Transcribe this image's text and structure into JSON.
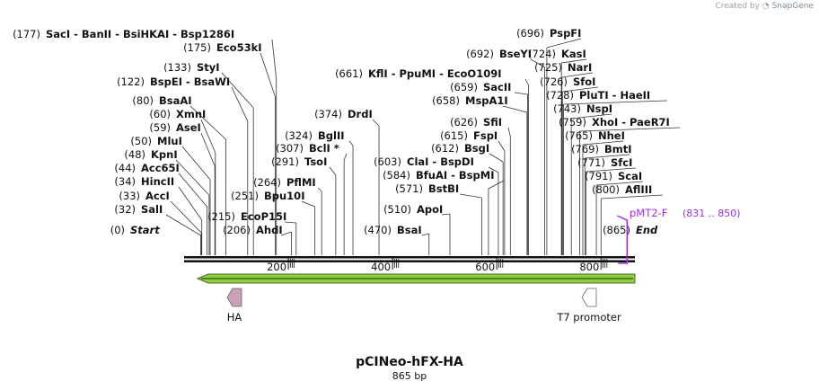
{
  "credit": {
    "prefix": "Created by",
    "brand": "SnapGene"
  },
  "map": {
    "title": "pCINeo-hFX-HA",
    "length_label": "865 bp",
    "total_bp": 865,
    "ticks": [
      "200",
      "400",
      "600",
      "800"
    ],
    "enzymes": [
      {
        "pos": "(0)",
        "name": "Start",
        "italic": true,
        "at": 0
      },
      {
        "pos": "(32)",
        "name": "SalI",
        "at": 32
      },
      {
        "pos": "(33)",
        "name": "AccI",
        "at": 33
      },
      {
        "pos": "(34)",
        "name": "HincII",
        "at": 34
      },
      {
        "pos": "(44)",
        "name": "Acc65I",
        "at": 44
      },
      {
        "pos": "(48)",
        "name": "KpnI",
        "at": 48
      },
      {
        "pos": "(50)",
        "name": "MluI",
        "at": 50
      },
      {
        "pos": "(59)",
        "name": "AseI",
        "at": 59
      },
      {
        "pos": "(60)",
        "name": "XmnI",
        "at": 60
      },
      {
        "pos": "(80)",
        "name": "BsaAI",
        "at": 80
      },
      {
        "pos": "(122)",
        "name": "BspEI - BsaWI",
        "at": 122
      },
      {
        "pos": "(133)",
        "name": "StyI",
        "at": 133
      },
      {
        "pos": "(175)",
        "name": "Eco53kI",
        "at": 175
      },
      {
        "pos": "(177)",
        "name": "SacI  - BanII  - BsiHKAI  - Bsp1286I",
        "at": 177
      },
      {
        "pos": "(206)",
        "name": "AhdI",
        "at": 206
      },
      {
        "pos": "(215)",
        "name": "EcoP15I",
        "at": 215
      },
      {
        "pos": "(251)",
        "name": "Bpu10I",
        "at": 251
      },
      {
        "pos": "(264)",
        "name": "PflMI",
        "at": 264
      },
      {
        "pos": "(291)",
        "name": "TsoI",
        "at": 291
      },
      {
        "pos": "(307)",
        "name": "BclI *",
        "at": 307
      },
      {
        "pos": "(324)",
        "name": "BglII",
        "at": 324
      },
      {
        "pos": "(374)",
        "name": "DrdI",
        "at": 374
      },
      {
        "pos": "(470)",
        "name": "BsaI",
        "at": 470
      },
      {
        "pos": "(510)",
        "name": "ApoI",
        "at": 510
      },
      {
        "pos": "(571)",
        "name": "BstBI",
        "at": 571
      },
      {
        "pos": "(584)",
        "name": "BfuAI  - BspMI",
        "at": 584
      },
      {
        "pos": "(603)",
        "name": "ClaI  - BspDI",
        "at": 603
      },
      {
        "pos": "(612)",
        "name": "BsgI",
        "at": 612
      },
      {
        "pos": "(615)",
        "name": "FspI",
        "at": 615
      },
      {
        "pos": "(626)",
        "name": "SfiI",
        "at": 626
      },
      {
        "pos": "(658)",
        "name": "MspA1I",
        "at": 658
      },
      {
        "pos": "(659)",
        "name": "SacII",
        "at": 659
      },
      {
        "pos": "(661)",
        "name": "KflI  - PpuMI  - EcoO109I",
        "at": 661
      },
      {
        "pos": "(692)",
        "name": "BseYI",
        "at": 692
      },
      {
        "pos": "(696)",
        "name": "PspFI",
        "at": 696
      },
      {
        "pos": "(724)",
        "name": "KasI",
        "at": 724
      },
      {
        "pos": "(725)",
        "name": "NarI",
        "at": 725
      },
      {
        "pos": "(726)",
        "name": "SfoI",
        "at": 726
      },
      {
        "pos": "(728)",
        "name": "PluTI  - HaeII",
        "at": 728
      },
      {
        "pos": "(743)",
        "name": "NspI",
        "at": 743
      },
      {
        "pos": "(759)",
        "name": "XhoI  - PaeR7I",
        "at": 759
      },
      {
        "pos": "(765)",
        "name": "NheI",
        "at": 765
      },
      {
        "pos": "(769)",
        "name": "BmtI",
        "at": 769
      },
      {
        "pos": "(771)",
        "name": "SfcI",
        "at": 771
      },
      {
        "pos": "(791)",
        "name": "ScaI",
        "at": 791
      },
      {
        "pos": "(800)",
        "name": "AflIII",
        "at": 800
      },
      {
        "pos": "(865)",
        "name": "End",
        "italic": true,
        "at": 865
      }
    ],
    "primer": {
      "name": "pMT2-F",
      "range": "(831 .. 850)",
      "start": 831,
      "end": 850,
      "color": "#9b30d9"
    },
    "features": [
      {
        "name": "HA",
        "start": 15,
        "end": 42,
        "direction": "reverse",
        "color": "#c9a0b8"
      },
      {
        "name": "T7 promoter",
        "start": 765,
        "end": 784,
        "direction": "reverse",
        "color": "#ffffff"
      }
    ],
    "orf": {
      "start": 60,
      "end": 865,
      "direction": "reverse",
      "color": "#8fd13a"
    }
  }
}
